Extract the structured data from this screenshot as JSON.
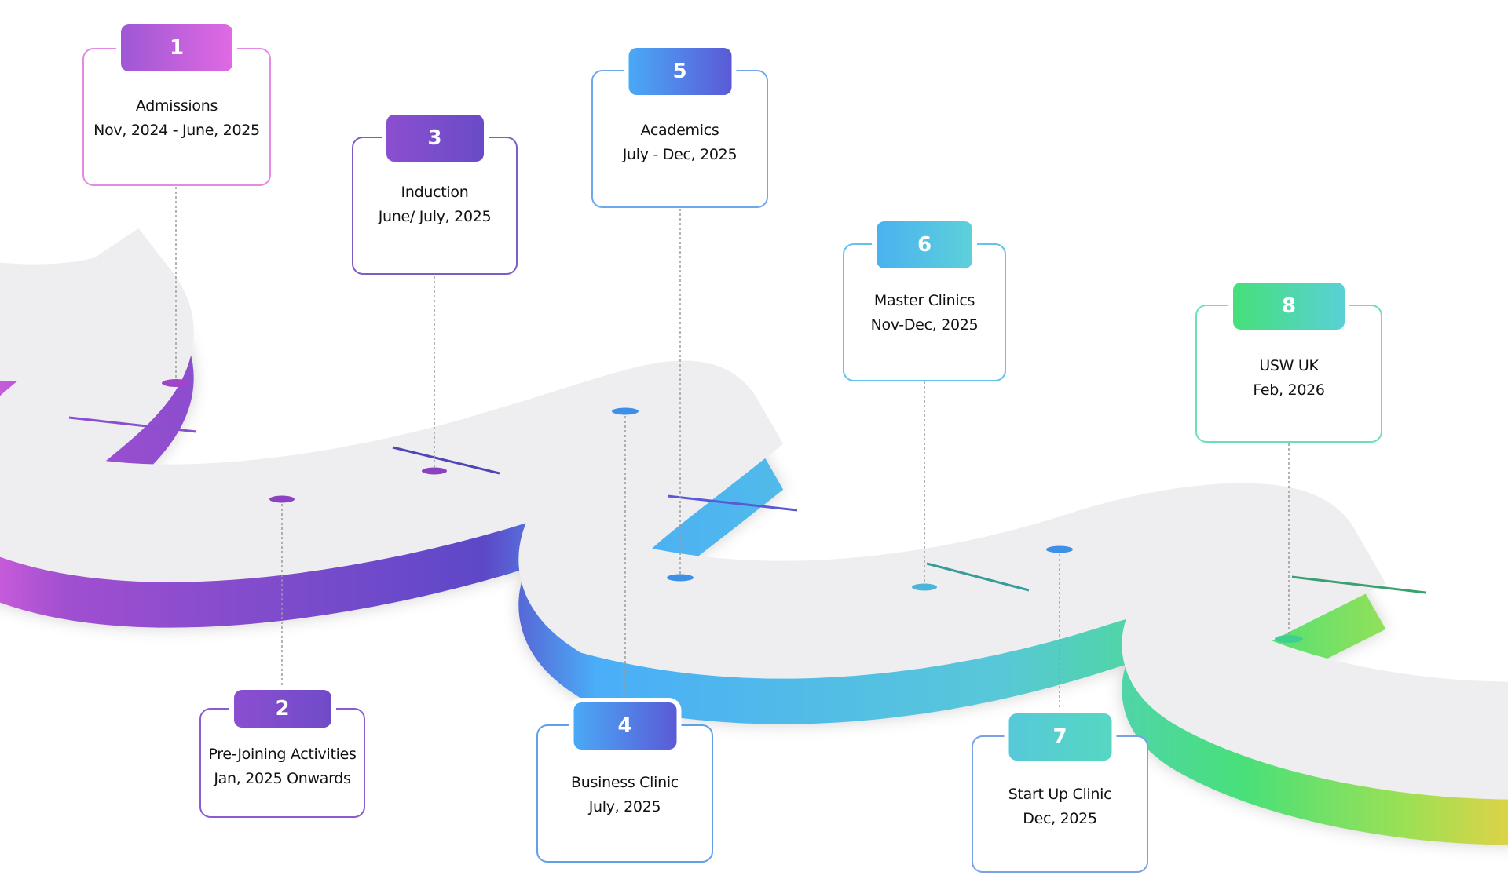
{
  "milestones": [
    {
      "number": "1",
      "title": "Admissions",
      "date": "Nov, 2024 - June, 2025",
      "colors": [
        "#a35bd6",
        "#e06ae3"
      ]
    },
    {
      "number": "2",
      "title": "Pre-Joining Activities",
      "date": "Jan, 2025 Onwards",
      "colors": [
        "#8a4fd0",
        "#6c4bc7"
      ]
    },
    {
      "number": "3",
      "title": "Induction",
      "date": "June/ July, 2025",
      "colors": [
        "#8b4fd0",
        "#6a4bc7"
      ]
    },
    {
      "number": "4",
      "title": "Business Clinic",
      "date": "July, 2025",
      "colors": [
        "#4aa9f6",
        "#5b5ad6"
      ]
    },
    {
      "number": "5",
      "title": "Academics",
      "date": "July - Dec, 2025",
      "colors": [
        "#4aa9f6",
        "#5b5ad6"
      ]
    },
    {
      "number": "6",
      "title": "Master Clinics",
      "date": "Nov-Dec, 2025",
      "colors": [
        "#4ab2f0",
        "#5dd0da"
      ]
    },
    {
      "number": "7",
      "title": "Start Up Clinic",
      "date": "Dec, 2025",
      "colors": [
        "#56c9d8",
        "#56d7c2"
      ]
    },
    {
      "number": "8",
      "title": "USW UK",
      "date": "Feb, 2026",
      "colors": [
        "#45e07a",
        "#5ad0d6"
      ]
    }
  ]
}
